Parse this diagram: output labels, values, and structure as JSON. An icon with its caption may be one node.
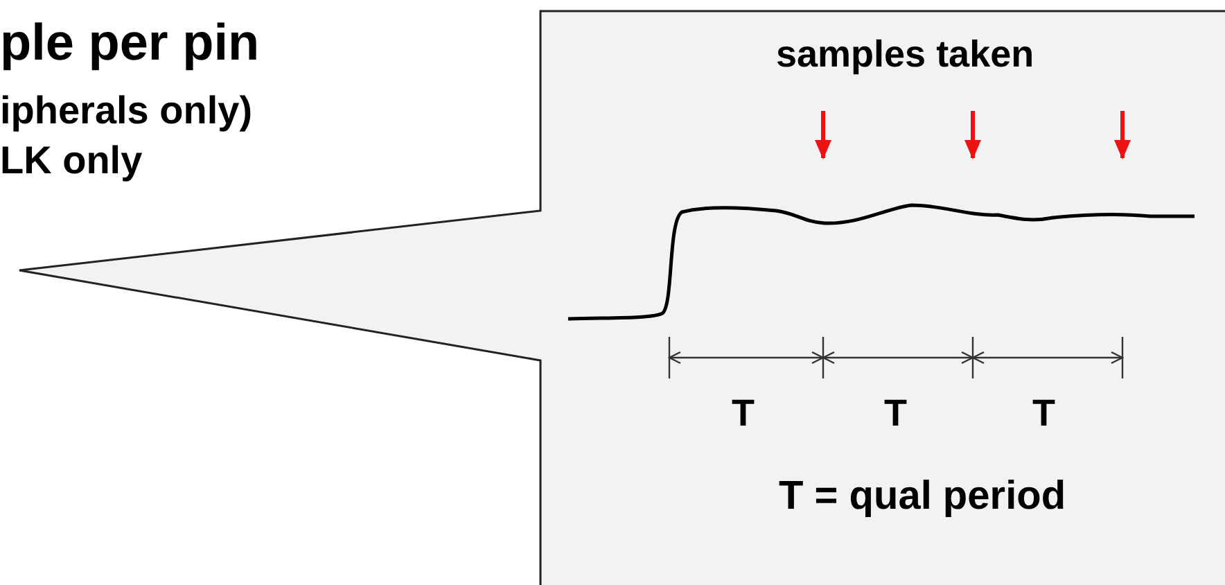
{
  "diagram": {
    "nodes": [
      {
        "text": [
          "samples taken",
          "T = qual period"
        ]
      }
    ],
    "labels": [
      "ple per pin",
      "ipherals only)",
      "LK only",
      "T",
      "T",
      "T"
    ]
  }
}
